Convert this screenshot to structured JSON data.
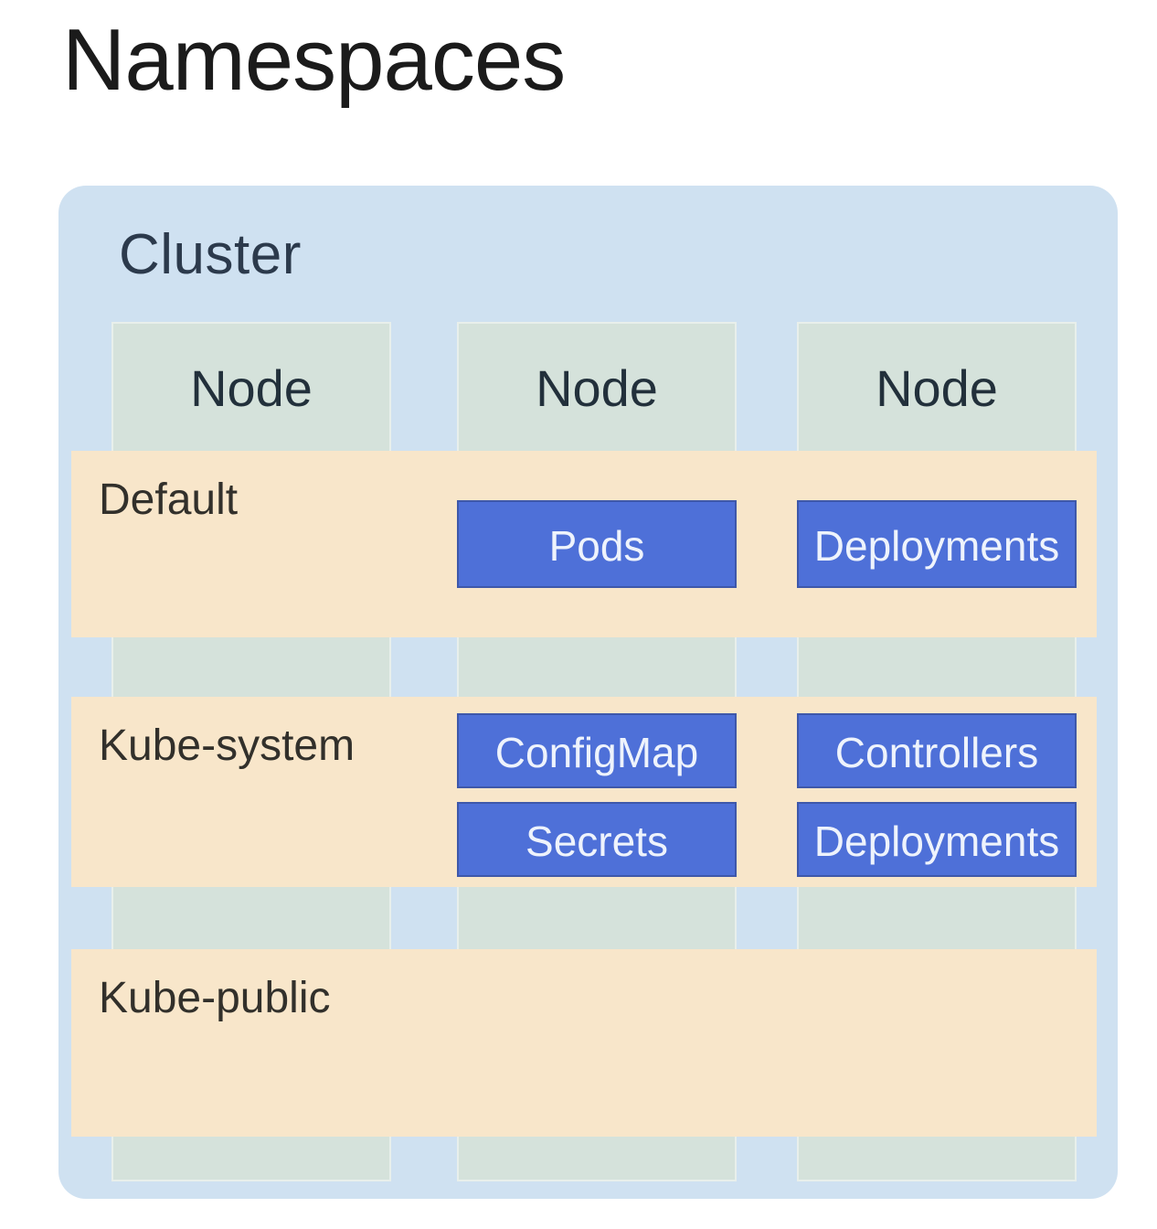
{
  "page": {
    "title": "Namespaces"
  },
  "cluster": {
    "label": "Cluster",
    "nodes": [
      {
        "label": "Node"
      },
      {
        "label": "Node"
      },
      {
        "label": "Node"
      }
    ],
    "namespaces": [
      {
        "label": "Default",
        "resources": [
          {
            "label": "Pods",
            "node": 2
          },
          {
            "label": "Deployments",
            "node": 3
          }
        ]
      },
      {
        "label": "Kube-system",
        "resources": [
          {
            "label": "ConfigMap",
            "node": 2
          },
          {
            "label": "Secrets",
            "node": 2
          },
          {
            "label": "Controllers",
            "node": 3
          },
          {
            "label": "Deployments",
            "node": 3
          }
        ]
      },
      {
        "label": "Kube-public",
        "resources": []
      }
    ]
  },
  "colors": {
    "page-bg": "#ffffff",
    "title-text": "#1b1b1b",
    "cluster-bg": "#cfe1f1",
    "cluster-text": "#2c3a4c",
    "node-bg": "#d5e2db",
    "node-text": "#22303b",
    "namespace-bg": "#f8e6ca",
    "namespace-text": "#32302b",
    "resource-bg": "#4e70d8",
    "resource-border": "#3e58aa",
    "resource-text": "#eef3fc"
  }
}
